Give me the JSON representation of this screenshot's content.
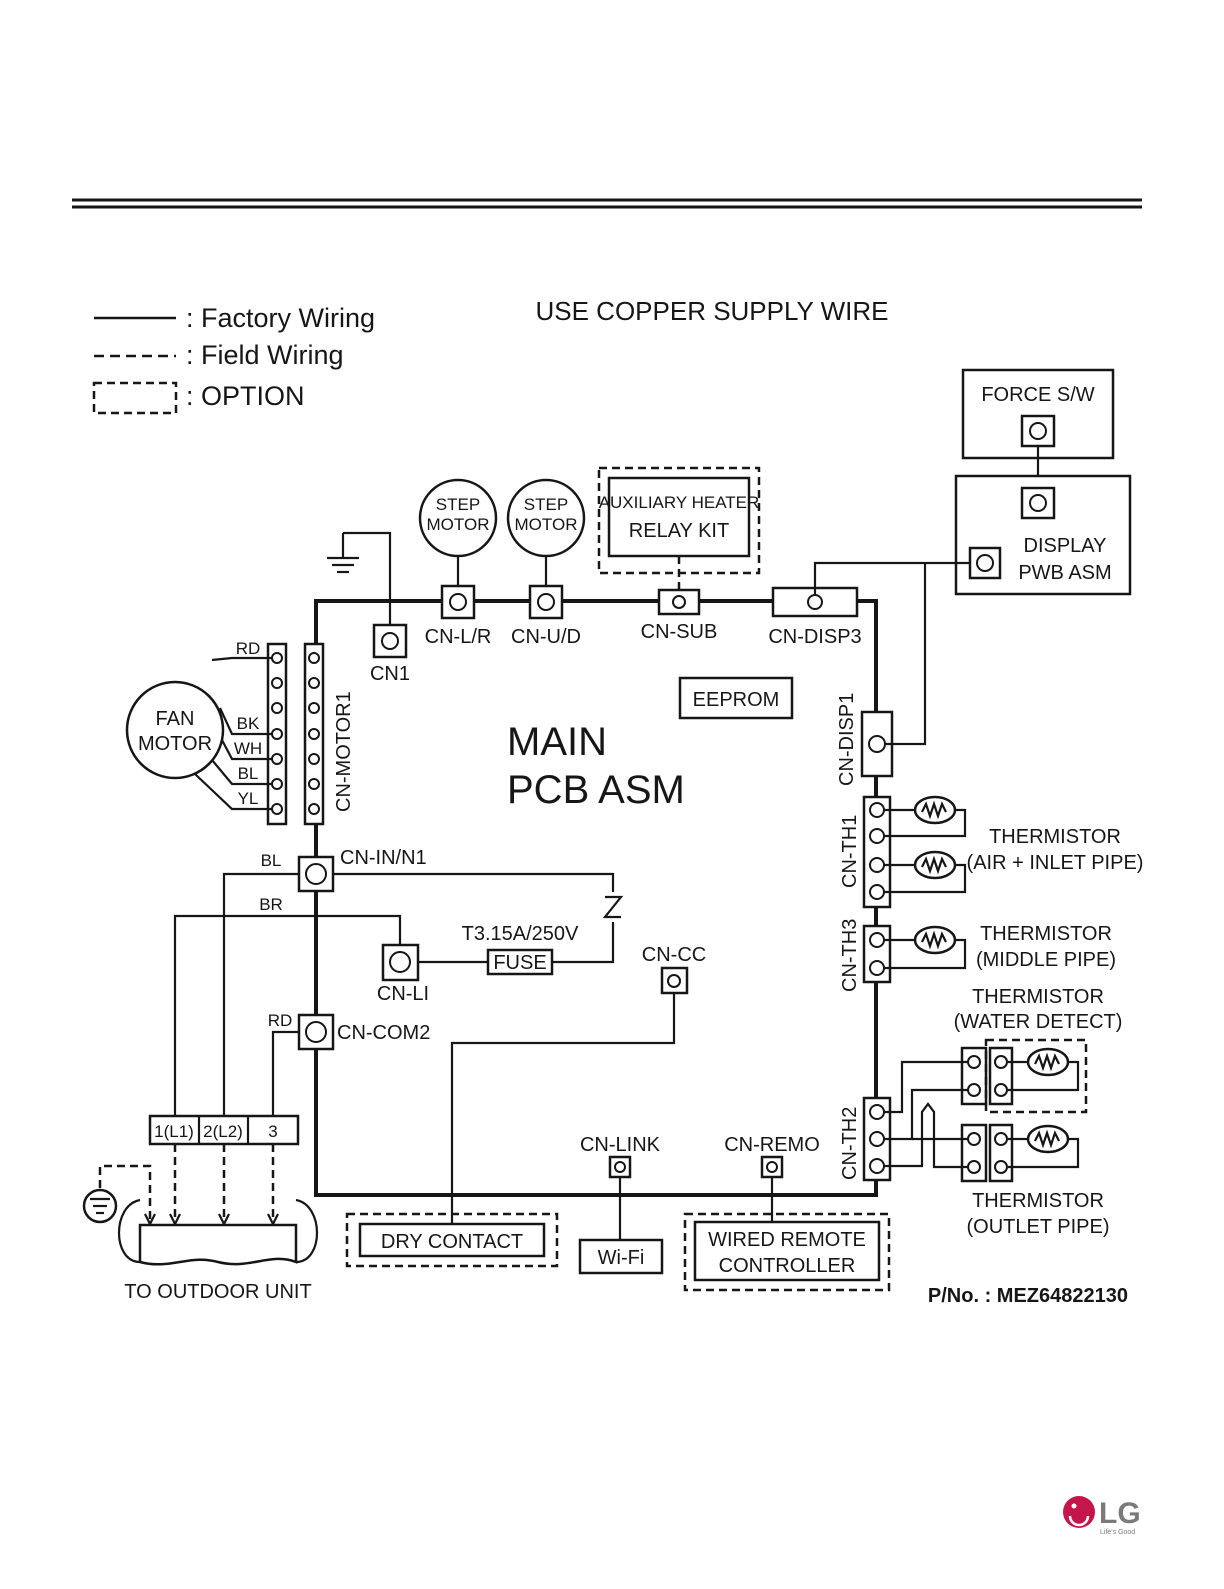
{
  "legend": {
    "factory": ": Factory Wiring",
    "field": ": Field Wiring",
    "option": ": OPTION"
  },
  "header_note": "USE COPPER SUPPLY WIRE",
  "main_pcb": {
    "line1": "MAIN",
    "line2": "PCB ASM"
  },
  "components": {
    "step_motor_1": {
      "line1": "STEP",
      "line2": "MOTOR"
    },
    "step_motor_2": {
      "line1": "STEP",
      "line2": "MOTOR"
    },
    "aux_heater": {
      "line1": "AUXILIARY HEATER",
      "line2": "RELAY KIT"
    },
    "force_sw": "FORCE S/W",
    "display_pwb": {
      "line1": "DISPLAY",
      "line2": "PWB ASM"
    },
    "fan_motor": {
      "line1": "FAN",
      "line2": "MOTOR"
    },
    "eeprom": "EEPROM",
    "fuse": "FUSE",
    "fuse_rating": "T3.15A/250V",
    "dry_contact": "DRY CONTACT",
    "wifi": "Wi-Fi",
    "wired_remote": {
      "line1": "WIRED REMOTE",
      "line2": "CONTROLLER"
    },
    "to_outdoor": "TO OUTDOOR UNIT"
  },
  "connectors": {
    "cn1": "CN1",
    "cn_lr": "CN-L/R",
    "cn_ud": "CN-U/D",
    "cn_sub": "CN-SUB",
    "cn_disp3": "CN-DISP3",
    "cn_disp1": "CN-DISP1",
    "cn_motor1": "CN-MOTOR1",
    "cn_in_n1": "CN-IN/N1",
    "cn_li": "CN-LI",
    "cn_com2": "CN-COM2",
    "cn_cc": "CN-CC",
    "cn_th1": "CN-TH1",
    "cn_th3": "CN-TH3",
    "cn_th2": "CN-TH2",
    "cn_link": "CN-LINK",
    "cn_remo": "CN-REMO"
  },
  "wire_colors": {
    "motor": [
      "RD",
      "BK",
      "WH",
      "BL",
      "YL"
    ],
    "bl": "BL",
    "br": "BR",
    "rd": "RD"
  },
  "terminal_block": [
    "1(L1)",
    "2(L2)",
    "3"
  ],
  "thermistors": {
    "air_inlet": {
      "line1": "THERMISTOR",
      "line2": "(AIR + INLET PIPE)"
    },
    "middle": {
      "line1": "THERMISTOR",
      "line2": "(MIDDLE PIPE)"
    },
    "water": {
      "line1": "THERMISTOR",
      "line2": "(WATER DETECT)"
    },
    "outlet": {
      "line1": "THERMISTOR",
      "line2": "(OUTLET PIPE)"
    }
  },
  "part_number": "P/No. : MEZ64822130",
  "logo": {
    "text": "LG",
    "tagline": "Life's Good",
    "color": "#c4164a"
  }
}
